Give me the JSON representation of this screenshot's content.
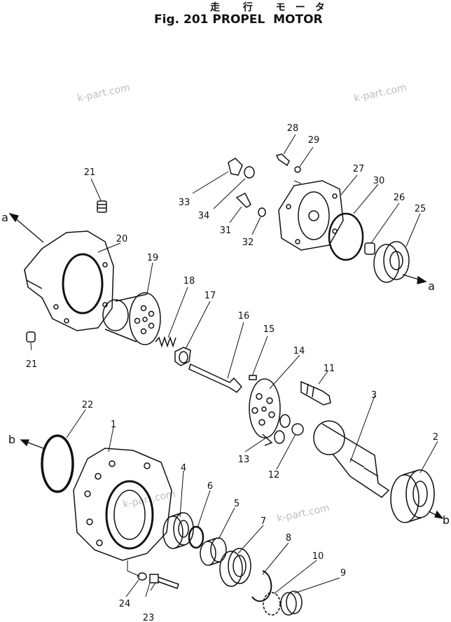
{
  "header": {
    "title_jp": "走 行 モータ",
    "title_en": "Fig. 201 PROPEL  MOTOR"
  },
  "watermark": "k-part.com",
  "refs": {
    "a": "a",
    "b": "b"
  },
  "parts": [
    {
      "no": "1"
    },
    {
      "no": "2"
    },
    {
      "no": "3"
    },
    {
      "no": "4"
    },
    {
      "no": "5"
    },
    {
      "no": "6"
    },
    {
      "no": "7"
    },
    {
      "no": "8"
    },
    {
      "no": "9"
    },
    {
      "no": "10"
    },
    {
      "no": "11"
    },
    {
      "no": "12"
    },
    {
      "no": "13"
    },
    {
      "no": "14"
    },
    {
      "no": "15"
    },
    {
      "no": "16"
    },
    {
      "no": "17"
    },
    {
      "no": "18"
    },
    {
      "no": "19"
    },
    {
      "no": "20"
    },
    {
      "no": "21"
    },
    {
      "no": "21"
    },
    {
      "no": "22"
    },
    {
      "no": "23"
    },
    {
      "no": "24"
    },
    {
      "no": "25"
    },
    {
      "no": "26"
    },
    {
      "no": "27"
    },
    {
      "no": "28"
    },
    {
      "no": "29"
    },
    {
      "no": "30"
    },
    {
      "no": "31"
    },
    {
      "no": "32"
    },
    {
      "no": "33"
    },
    {
      "no": "34"
    }
  ]
}
